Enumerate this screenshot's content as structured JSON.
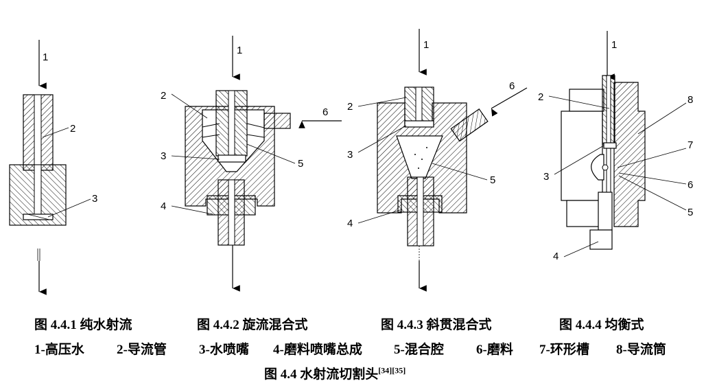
{
  "diagram": {
    "label_1": "1",
    "label_2": "2",
    "label_3": "3",
    "label_4": "4",
    "label_5": "5",
    "label_6": "6",
    "label_7": "7",
    "label_8": "8"
  },
  "captions": {
    "fig1": "图 4.4.1 纯水射流",
    "fig2": "图 4.4.2 旋流混合式",
    "fig3": "图 4.4.3 斜贯混合式",
    "fig4": "图 4.4.4 均衡式"
  },
  "legend": {
    "item1": "1-高压水",
    "item2": "2-导流管",
    "item3": "3-水喷嘴",
    "item4": "4-磨料喷嘴总成",
    "item5": "5-混合腔",
    "item6": "6-磨料",
    "item7": "7-环形槽",
    "item8": "8-导流筒"
  },
  "main_caption": {
    "text": "图 4.4    水射流切割头",
    "refs": "[34][35]"
  }
}
